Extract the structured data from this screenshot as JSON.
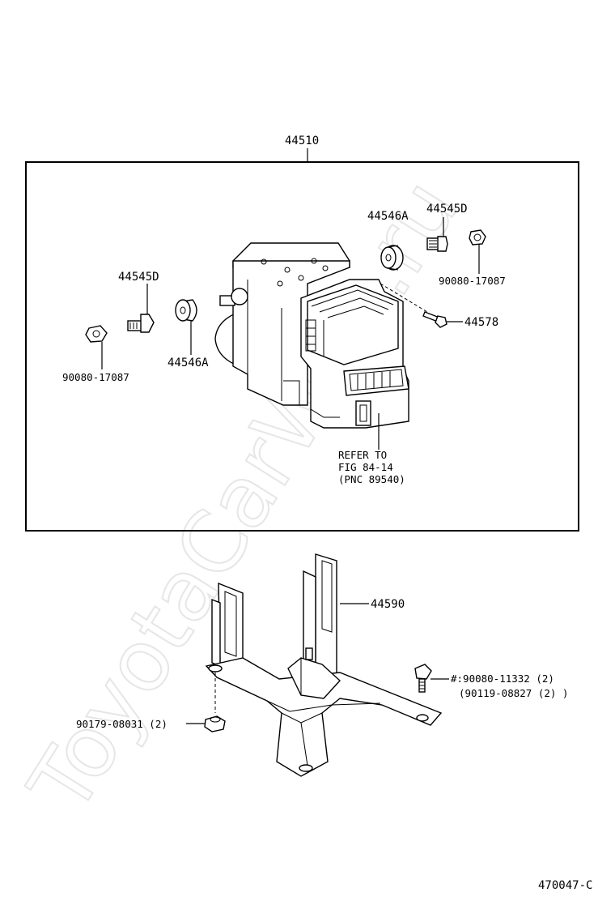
{
  "watermark": "ToyotaCarWire.ru",
  "figure_code": "470047-C",
  "callouts": {
    "assembly": "44510",
    "grommet_right": "44546A",
    "stud_right": "44545D",
    "nut_right": "90080-17087",
    "stud_left": "44545D",
    "nut_left": "90080-17087",
    "grommet_left": "44546A",
    "bolt": "44578",
    "refer_line1": "REFER TO",
    "refer_line2": "FIG 84-14",
    "refer_line3": "(PNC 89540)",
    "bracket": "44590",
    "bracket_bolt_line1": "#:90080-11332 (2)",
    "bracket_bolt_line2": "(90119-08827 (2) )",
    "nut_bottom": "90179-08031 (2)"
  }
}
